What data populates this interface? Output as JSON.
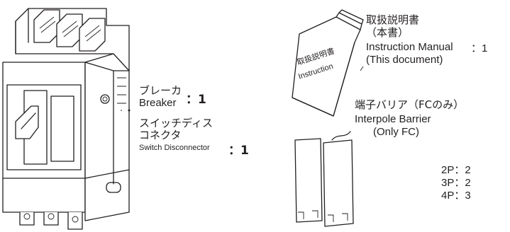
{
  "breaker": {
    "jp": "ブレーカ",
    "en": "Breaker",
    "qty": "：1"
  },
  "switch_disconnector": {
    "jp_line1": "スイッチディス",
    "jp_line2": "コネクタ",
    "en": "Switch Disconnector",
    "qty": "：1"
  },
  "manual": {
    "jp": "取扱説明書",
    "jp_sub": "（本書）",
    "en": "Instruction Manual",
    "qty": "：1",
    "en_sub": "(This document)",
    "booklet_jp": "取扱説明書",
    "booklet_en": "Instruction"
  },
  "barrier": {
    "jp": "端子バリア（FCのみ）",
    "en": "Interpole Barrier",
    "en_sub": "(Only FC)",
    "quantities": [
      {
        "pole": "2P",
        "qty": "：2"
      },
      {
        "pole": "3P",
        "qty": "：2"
      },
      {
        "pole": "4P",
        "qty": "：3"
      }
    ]
  }
}
